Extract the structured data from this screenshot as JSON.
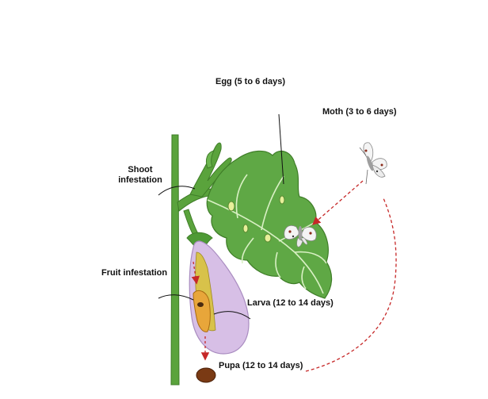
{
  "labels": {
    "egg": "Egg (5 to 6 days)",
    "moth": "Moth (3 to 6 days)",
    "shoot_line1": "Shoot",
    "shoot_line2": "infestation",
    "fruit": "Fruit infestation",
    "larva": "Larva (12 to 14 days)",
    "pupa": "Pupa (12 to 14 days)"
  },
  "colors": {
    "stem": "#5aa33c",
    "leaf": "#5fa845",
    "leaf_vein": "#d9f0c4",
    "fruit": "#d7bfe6",
    "fruit_edge": "#a98cc0",
    "calyx": "#4e9a35",
    "larva": "#e8a63a",
    "egg_cells": "#d8c24a",
    "pupa": "#7a3a14",
    "arrow": "#c62828",
    "pointer": "#111111"
  }
}
